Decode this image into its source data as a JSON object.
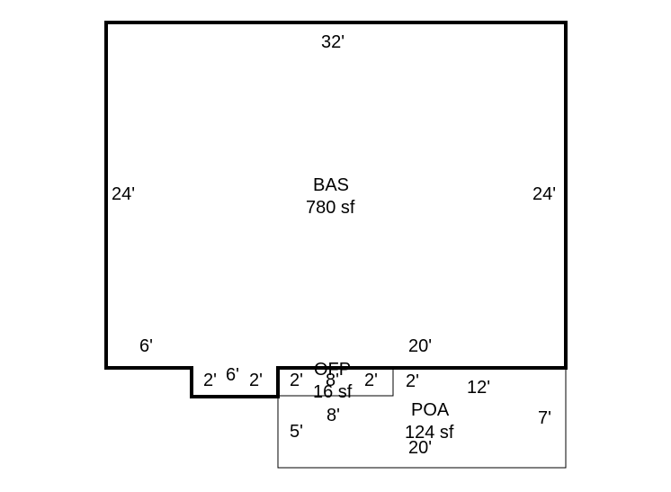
{
  "areas": {
    "bas": {
      "code": "BAS",
      "size": "780 sf"
    },
    "ofp": {
      "code": "OFP",
      "size": "16 sf"
    },
    "poa": {
      "code": "POA",
      "size": "124 sf"
    }
  },
  "dimensions": {
    "bas_top": "32'",
    "bas_left": "24'",
    "bas_right": "24'",
    "bas_bottom_left": "6'",
    "bas_bottom_right": "20'",
    "notch_left": "2'",
    "notch_bottom": "6'",
    "notch_right": "2'",
    "ofp_left": "2'",
    "ofp_top": "8'",
    "ofp_right": "2'",
    "ofp_bottom": "8'",
    "poa_top_left": "2'",
    "poa_top_right": "12'",
    "poa_right": "7'",
    "poa_left": "5'",
    "poa_bottom": "20'"
  }
}
